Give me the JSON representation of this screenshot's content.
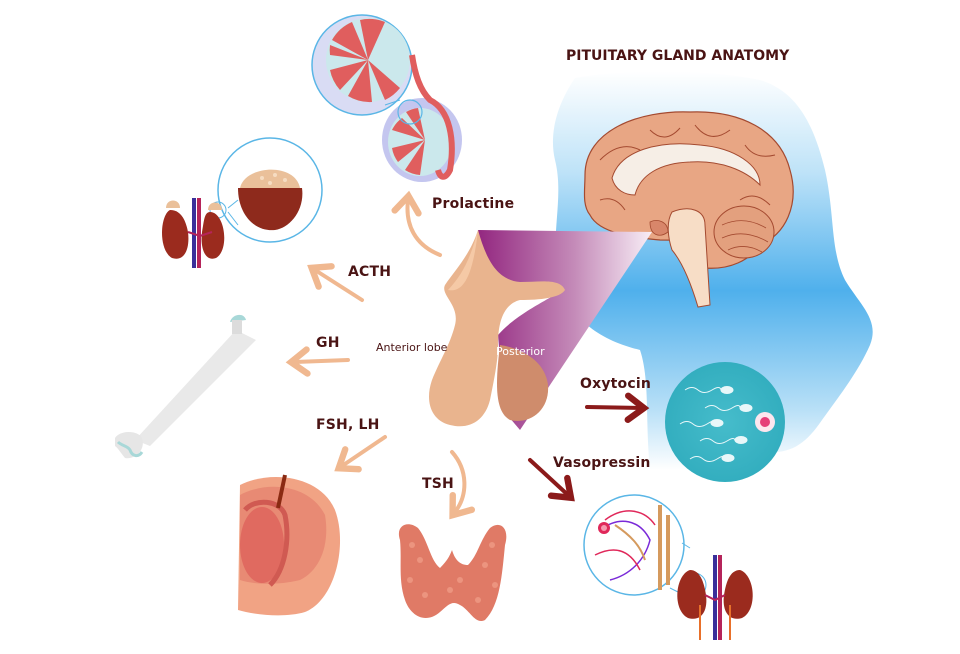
{
  "title": "PITUITARY GLAND ANATOMY",
  "pituitary": {
    "anterior_label": "Anterior lobe",
    "posterior_label": "Posterior"
  },
  "hormones": {
    "prolactine": "Prolactine",
    "acth": "ACTH",
    "gh": "GH",
    "fsh_lh": "FSH, LH",
    "tsh": "TSH",
    "oxytocin": "Oxytocin",
    "vasopressin": "Vasopressin"
  },
  "targets": {
    "prolactine": "testis-cross-section",
    "acth": "adrenal-glands-kidneys",
    "gh": "femur-bone",
    "fsh_lh": "testis",
    "tsh": "thyroid-gland",
    "oxytocin": "sperm-and-egg",
    "vasopressin": "kidney-nephron"
  },
  "colors": {
    "text": "#4a1414",
    "anterior_arrow": "#f0b890",
    "posterior_arrow": "#8b1a1a",
    "pituitary": "#e9b48e",
    "posterior_purple": "#9a2a84",
    "brain": "#e8a684",
    "head_bg": "#5cb8ee",
    "zoom_circle": "#5ab6e6",
    "kidney": "#9b2b1e",
    "cell_bg": "#3ab3c3",
    "thyroid": "#e07a66",
    "bone": "#e6e6e6"
  }
}
